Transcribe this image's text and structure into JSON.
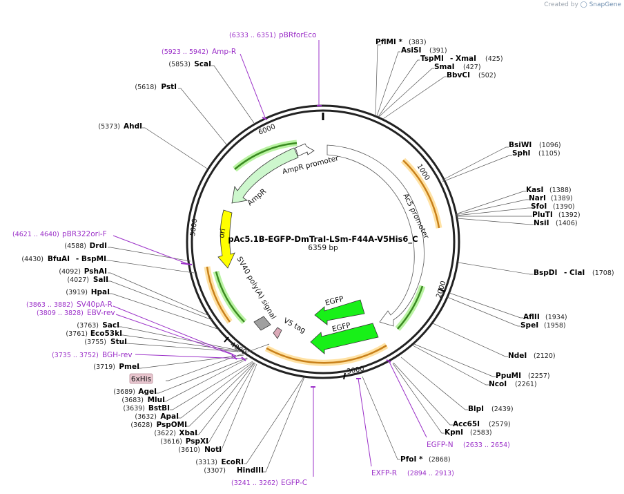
{
  "header": {
    "created_by": "Created by",
    "brand": "SnapGene"
  },
  "plasmid": {
    "name": "pAc5.1B-EGFP-DmTraI-LSm-F44A-V5His6_C",
    "size_label": "6359 bp",
    "length": 6359
  },
  "ticks": [
    "1000",
    "2000",
    "3000",
    "4000",
    "5000",
    "6000"
  ],
  "features": [
    {
      "label": "AmpR promoter",
      "color": "#cdf7cd"
    },
    {
      "label": "AmpR",
      "color": "#cdf7cd"
    },
    {
      "label": "ori",
      "color": "#ffff00"
    },
    {
      "label": "SV40 poly(A) signal",
      "color": "#a0a0a0"
    },
    {
      "label": "V5 tag",
      "color": "#dbaab8"
    },
    {
      "label": "EGFP",
      "color": "#18f018"
    },
    {
      "label": "EGFP",
      "color": "#18f018"
    },
    {
      "label": "Ac5 promoter",
      "color": "#ffffff"
    }
  ],
  "enzymes_right": [
    {
      "name": "PflMI *",
      "pos": "(383)"
    },
    {
      "name": "AsiSI",
      "pos": "(391)"
    },
    {
      "name": "TspMI",
      "pos": ""
    },
    {
      "name": "- XmaI",
      "pos": "(425)"
    },
    {
      "name": "SmaI",
      "pos": "(427)"
    },
    {
      "name": "BbvCI",
      "pos": "(502)"
    },
    {
      "name": "BsiWI",
      "pos": "(1096)"
    },
    {
      "name": "SphI",
      "pos": "(1105)"
    },
    {
      "name": "KasI",
      "pos": "(1388)"
    },
    {
      "name": "NarI",
      "pos": "(1389)"
    },
    {
      "name": "SfoI",
      "pos": "(1390)"
    },
    {
      "name": "PluTI",
      "pos": "(1392)"
    },
    {
      "name": "NsiI",
      "pos": "(1406)"
    },
    {
      "name": "BspDI",
      "pos": ""
    },
    {
      "name": "- ClaI",
      "pos": "(1708)"
    },
    {
      "name": "AflII",
      "pos": "(1934)"
    },
    {
      "name": "SpeI",
      "pos": "(1958)"
    },
    {
      "name": "NdeI",
      "pos": "(2120)"
    },
    {
      "name": "PpuMI",
      "pos": "(2257)"
    },
    {
      "name": "NcoI",
      "pos": "(2261)"
    },
    {
      "name": "BlpI",
      "pos": "(2439)"
    },
    {
      "name": "Acc65I",
      "pos": "(2579)"
    },
    {
      "name": "KpnI",
      "pos": "(2583)"
    },
    {
      "name": "PfoI *",
      "pos": "(2868)"
    }
  ],
  "enzymes_left": [
    {
      "name": "ScaI",
      "pos": "(5853)"
    },
    {
      "name": "PstI",
      "pos": "(5618)"
    },
    {
      "name": "AhdI",
      "pos": "(5373)"
    },
    {
      "name": "DrdI",
      "pos": "(4588)"
    },
    {
      "name": "BfuAI",
      "pos": "(4430)"
    },
    {
      "name": "- BspMI",
      "pos": ""
    },
    {
      "name": "PshAI",
      "pos": "(4092)"
    },
    {
      "name": "SalI",
      "pos": "(4027)"
    },
    {
      "name": "HpaI",
      "pos": "(3919)"
    },
    {
      "name": "SacI",
      "pos": "(3763)"
    },
    {
      "name": "Eco53kI",
      "pos": "(3761)"
    },
    {
      "name": "StuI",
      "pos": "(3755)"
    },
    {
      "name": "PmeI",
      "pos": "(3719)"
    },
    {
      "name": "AgeI",
      "pos": "(3689)"
    },
    {
      "name": "MluI",
      "pos": "(3683)"
    },
    {
      "name": "BstBI",
      "pos": "(3639)"
    },
    {
      "name": "ApaI",
      "pos": "(3632)"
    },
    {
      "name": "PspOMI",
      "pos": "(3628)"
    },
    {
      "name": "XbaI",
      "pos": "(3622)"
    },
    {
      "name": "PspXI",
      "pos": "(3616)"
    },
    {
      "name": "NotI",
      "pos": "(3610)"
    },
    {
      "name": "EcoRI",
      "pos": "(3313)"
    },
    {
      "name": "HindIII",
      "pos": "(3307)"
    }
  ],
  "primers": [
    {
      "name": "pBRforEco",
      "pos": "(6333 .. 6351)"
    },
    {
      "name": "Amp-R",
      "pos": "(5923 .. 5942)"
    },
    {
      "name": "pBR322ori-F",
      "pos": "(4621 .. 4640)"
    },
    {
      "name": "SV40pA-R",
      "pos": "(3863 .. 3882)"
    },
    {
      "name": "EBV-rev",
      "pos": "(3809 .. 3828)"
    },
    {
      "name": "BGH-rev",
      "pos": "(3735 .. 3752)"
    },
    {
      "name": "EGFP-C",
      "pos": "(3241 .. 3262)"
    },
    {
      "name": "EXFP-R",
      "pos": "(2894 .. 2913)"
    },
    {
      "name": "EGFP-N",
      "pos": "(2633 .. 2654)"
    }
  ],
  "tag": {
    "label": "6xHis"
  }
}
